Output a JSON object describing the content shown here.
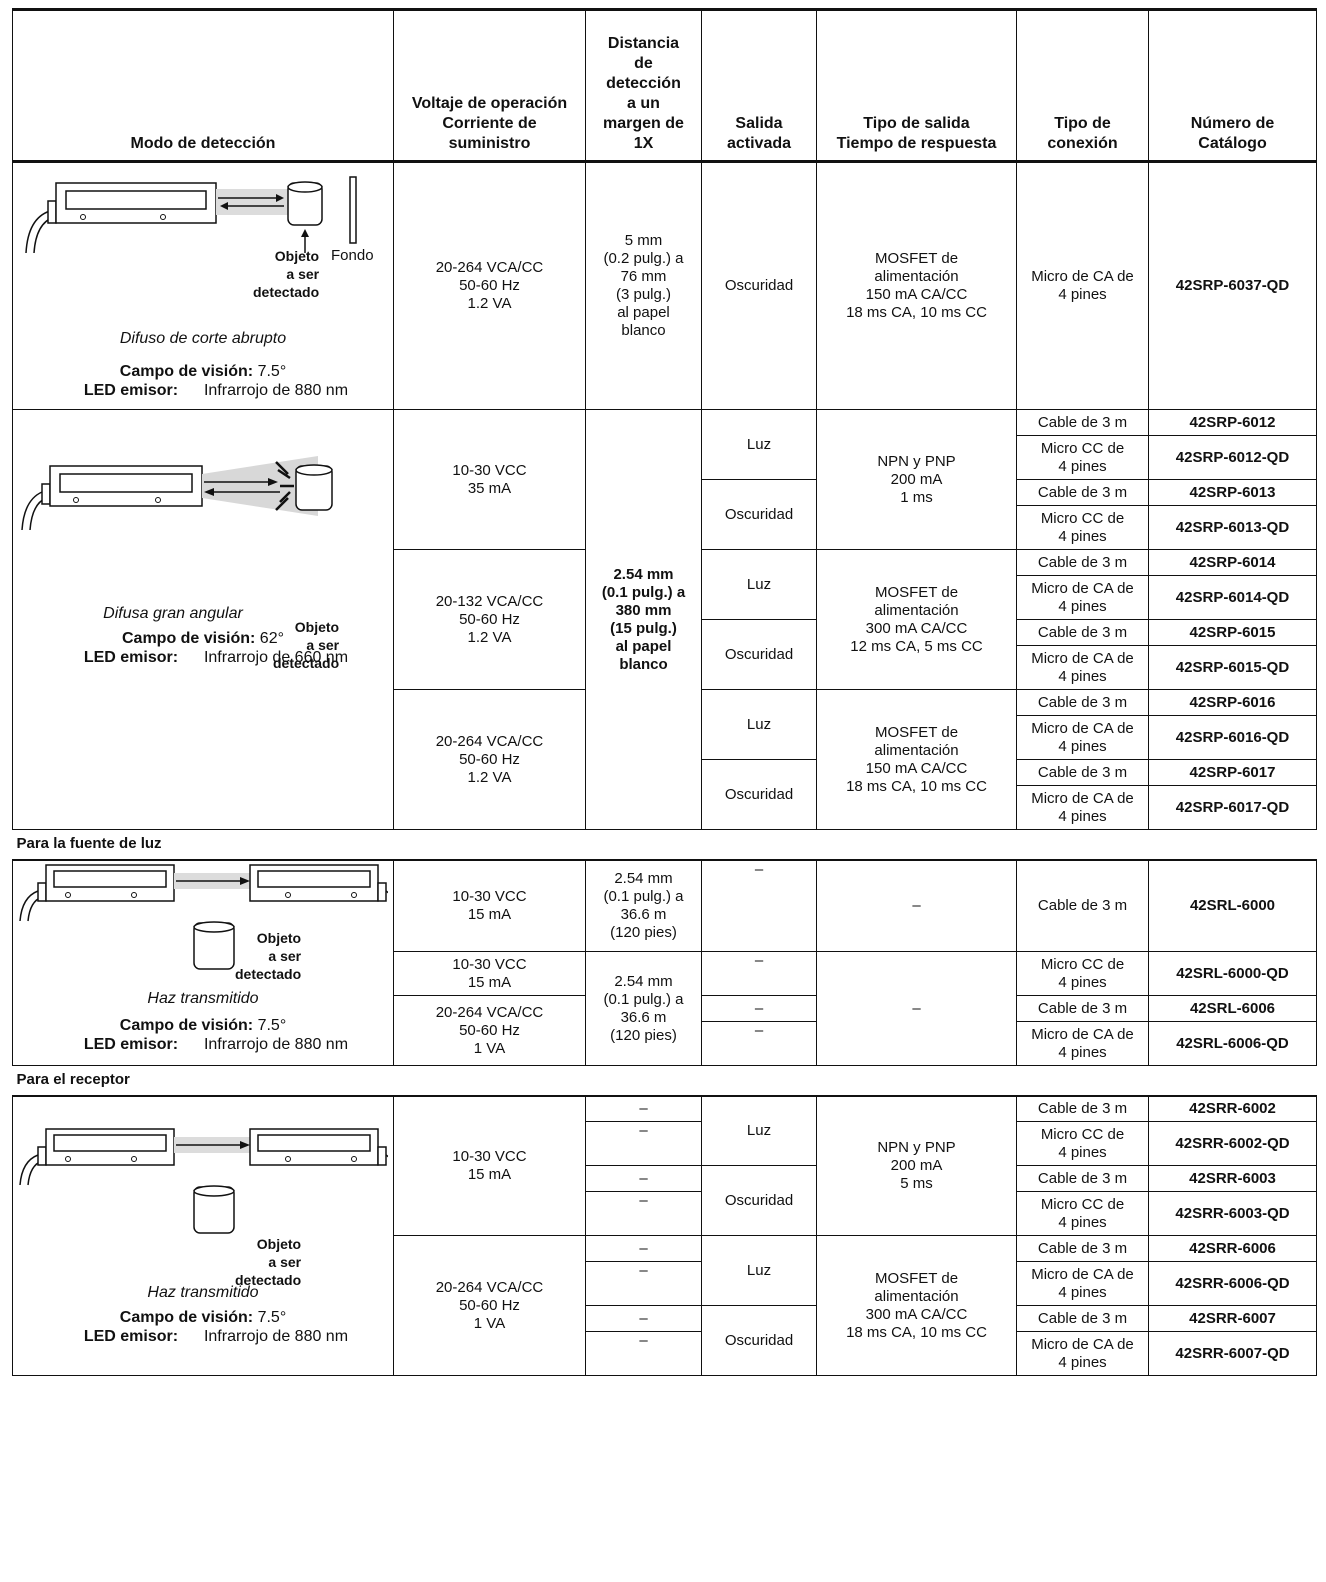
{
  "headers": {
    "mode": "Modo de detección",
    "voltage": "Voltaje de operación\nCorriente de\nsuministro",
    "distance": "Distancia\nde\ndetección\na un\nmargen de\n1X",
    "output_on": "Salida\nactivada",
    "output_type": "Tipo de salida\nTiempo de respuesta",
    "connection": "Tipo de\nconexión",
    "catalog": "Número de\nCatálogo"
  },
  "labels": {
    "fov": "Campo de visión:",
    "led": "LED emisor",
    "object": "Objeto\na ser\ndetectado",
    "background": "Fondo",
    "dash": "–"
  },
  "sec1": {
    "caption": "Difuso de corte abrupto",
    "fov": "7.5°",
    "led": "Infrarrojo de 880 nm",
    "voltage": "20-264 VCA/CC\n50-60 Hz\n1.2 VA",
    "distance": "5 mm\n(0.2 pulg.) a\n76 mm\n(3 pulg.)\nal papel\nblanco",
    "output_on": "Oscuridad",
    "output_type": "MOSFET de\nalimentación\n150 mA CA/CC\n18 ms CA, 10 ms CC",
    "connection": "Micro de CA de\n4 pines",
    "catalog": "42SRP-6037-QD"
  },
  "sec2": {
    "caption": "Difusa gran angular",
    "fov": "62°",
    "led": "Infrarrojo de 660 nm",
    "distance": "2.54 mm\n(0.1 pulg.) a\n380 mm\n(15 pulg.)\nal papel\nblanco",
    "groups": [
      {
        "voltage": "10-30 VCC\n35 mA",
        "output_type": "NPN y PNP\n200 mA\n1 ms"
      },
      {
        "voltage": "20-132 VCA/CC\n50-60 Hz\n1.2 VA",
        "output_type": "MOSFET de\nalimentación\n300 mA CA/CC\n12 ms CA, 5 ms CC"
      },
      {
        "voltage": "20-264 VCA/CC\n50-60 Hz\n1.2 VA",
        "output_type": "MOSFET de\nalimentación\n150 mA CA/CC\n18 ms CA, 10 ms CC"
      }
    ],
    "rows": [
      {
        "output_on": "Luz",
        "connection": "Cable de 3 m",
        "catalog": "42SRP-6012"
      },
      {
        "connection": "Micro CC de\n4 pines",
        "catalog": "42SRP-6012-QD"
      },
      {
        "output_on": "Oscuridad",
        "connection": "Cable de 3 m",
        "catalog": "42SRP-6013"
      },
      {
        "connection": "Micro CC de\n4 pines",
        "catalog": "42SRP-6013-QD"
      },
      {
        "output_on": "Luz",
        "connection": "Cable de 3 m",
        "catalog": "42SRP-6014"
      },
      {
        "connection": "Micro de CA de\n4 pines",
        "catalog": "42SRP-6014-QD"
      },
      {
        "output_on": "Oscuridad",
        "connection": "Cable de 3 m",
        "catalog": "42SRP-6015"
      },
      {
        "connection": "Micro de CA de\n4 pines",
        "catalog": "42SRP-6015-QD"
      },
      {
        "output_on": "Luz",
        "connection": "Cable de 3 m",
        "catalog": "42SRP-6016"
      },
      {
        "connection": "Micro de CA de\n4 pines",
        "catalog": "42SRP-6016-QD"
      },
      {
        "output_on": "Oscuridad",
        "connection": "Cable de 3 m",
        "catalog": "42SRP-6017"
      },
      {
        "connection": "Micro de CA de\n4 pines",
        "catalog": "42SRP-6017-QD"
      }
    ]
  },
  "sec3": {
    "title": "Para la fuente de luz",
    "caption": "Haz transmitido",
    "fov": "7.5°",
    "led": "Infrarrojo de 880 nm",
    "distance_a": "2.54 mm\n(0.1 pulg.) a\n36.6 m\n(120 pies)",
    "distance_b": "2.54 mm\n(0.1 pulg.) a\n36.6 m\n(120 pies)",
    "voltage_a": "10-30 VCC\n15 mA",
    "voltage_b": "10-30 VCC\n15 mA",
    "voltage_c": "20-264 VCA/CC\n50-60 Hz\n1 VA",
    "rows": [
      {
        "connection": "Cable de 3 m",
        "catalog": "42SRL-6000"
      },
      {
        "connection": "Micro CC de\n4 pines",
        "catalog": "42SRL-6000-QD"
      },
      {
        "connection": "Cable de 3 m",
        "catalog": "42SRL-6006"
      },
      {
        "connection": "Micro de CA de\n4 pines",
        "catalog": "42SRL-6006-QD"
      }
    ]
  },
  "sec4": {
    "title": "Para el receptor",
    "caption": "Haz transmitido",
    "fov": "7.5°",
    "led": "Infrarrojo de 880 nm",
    "groups": [
      {
        "voltage": "10-30 VCC\n15 mA",
        "output_type": "NPN y PNP\n200 mA\n5 ms"
      },
      {
        "voltage": "20-264 VCA/CC\n50-60 Hz\n1 VA",
        "output_type": "MOSFET de\nalimentación\n300 mA CA/CC\n18 ms CA, 10 ms CC"
      }
    ],
    "rows": [
      {
        "output_on": "Luz",
        "connection": "Cable de 3 m",
        "catalog": "42SRR-6002"
      },
      {
        "connection": "Micro CC de\n4 pines",
        "catalog": "42SRR-6002-QD"
      },
      {
        "output_on": "Oscuridad",
        "connection": "Cable de 3 m",
        "catalog": "42SRR-6003"
      },
      {
        "connection": "Micro CC de\n4 pines",
        "catalog": "42SRR-6003-QD"
      },
      {
        "output_on": "Luz",
        "connection": "Cable de 3 m",
        "catalog": "42SRR-6006"
      },
      {
        "connection": "Micro de CA de\n4 pines",
        "catalog": "42SRR-6006-QD"
      },
      {
        "output_on": "Oscuridad",
        "connection": "Cable de 3 m",
        "catalog": "42SRR-6007"
      },
      {
        "connection": "Micro de CA de\n4 pines",
        "catalog": "42SRR-6007-QD"
      }
    ]
  }
}
